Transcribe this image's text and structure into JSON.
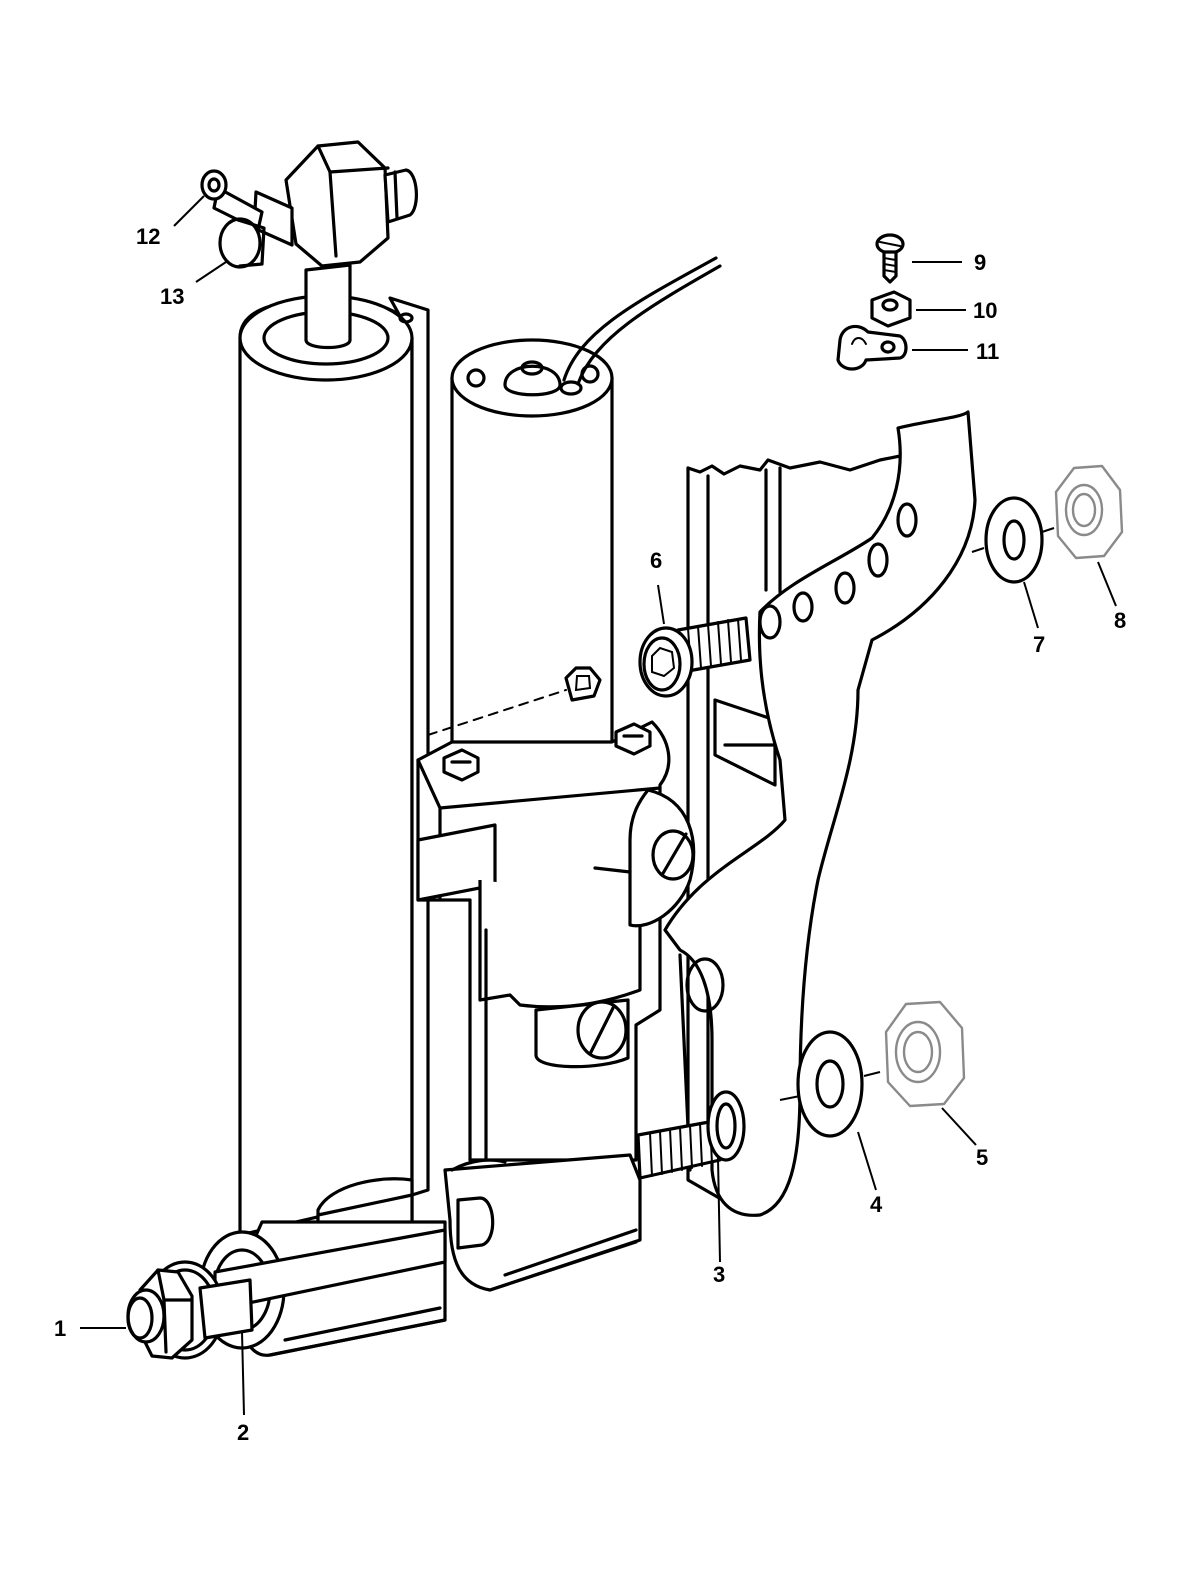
{
  "callouts": [
    {
      "id": "1",
      "label": "1"
    },
    {
      "id": "2",
      "label": "2"
    },
    {
      "id": "3",
      "label": "3"
    },
    {
      "id": "4",
      "label": "4"
    },
    {
      "id": "5",
      "label": "5"
    },
    {
      "id": "6",
      "label": "6"
    },
    {
      "id": "7",
      "label": "7"
    },
    {
      "id": "8",
      "label": "8"
    },
    {
      "id": "9",
      "label": "9"
    },
    {
      "id": "10",
      "label": "10"
    },
    {
      "id": "11",
      "label": "11"
    },
    {
      "id": "12",
      "label": "12"
    },
    {
      "id": "13",
      "label": "13"
    }
  ],
  "colors": {
    "line": "#000000",
    "background": "#ffffff",
    "ghost_line": "#8a8a8a"
  }
}
